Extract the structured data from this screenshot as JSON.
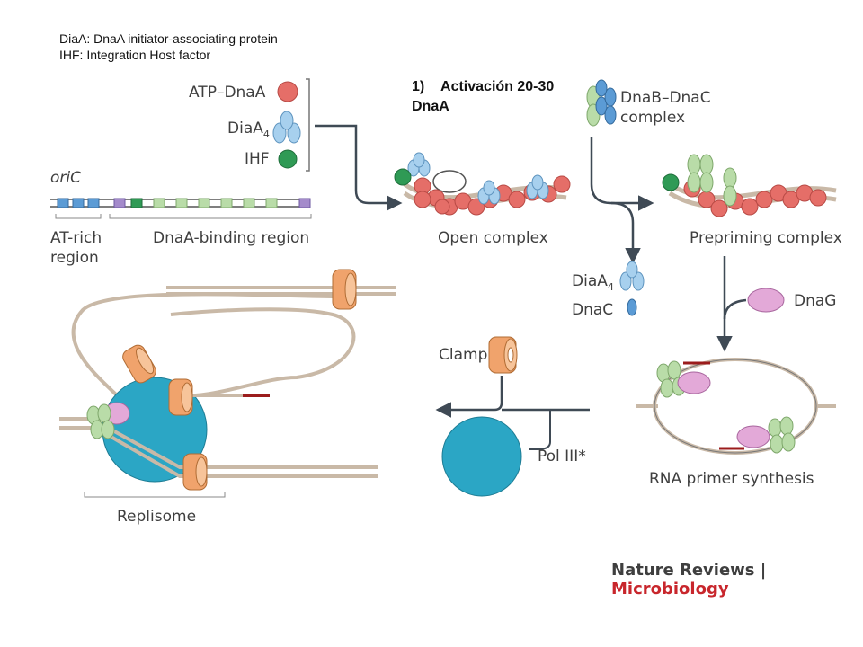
{
  "notes": {
    "line1": "DiaA: DnaA initiator-associating protein",
    "line2": "IHF: Integration Host factor"
  },
  "step": {
    "number": "1)",
    "title": "Activación 20-30",
    "subtitle": "DnaA"
  },
  "legend": {
    "atp_dnaa": "ATP–DnaA",
    "diaa4": "DiaA",
    "diaa4_sub": "4",
    "ihf": "IHF"
  },
  "labels": {
    "oric": "oriC",
    "at_rich_1": "AT-rich",
    "at_rich_2": "region",
    "dnaa_binding": "DnaA-binding region",
    "open_complex": "Open complex",
    "dnab_dnac_1": "DnaB–DnaC",
    "dnab_dnac_2": "complex",
    "prepriming": "Prepriming complex",
    "diaa4_out": "DiaA",
    "diaa4_out_sub": "4",
    "dnac_out": "DnaC",
    "dnag": "DnaG",
    "clamp": "Clamp",
    "pol3": "Pol III*",
    "rna_primer": "RNA primer synthesis",
    "replisome": "Replisome"
  },
  "credit": {
    "journal": "Nature Reviews",
    "separator": " | ",
    "section": "Microbiology"
  },
  "colors": {
    "dnaa": "#e56e68",
    "diaa": "#a7d0ee",
    "ihf": "#2f9a55",
    "dnab": "#b9dca8",
    "dnag": "#e3a9d8",
    "clamp": "#f0a36c",
    "pol3": "#2ba6c5",
    "dna": "#c9b9a7",
    "arrow": "#3f4a55",
    "credit_accent": "#c8262c"
  }
}
